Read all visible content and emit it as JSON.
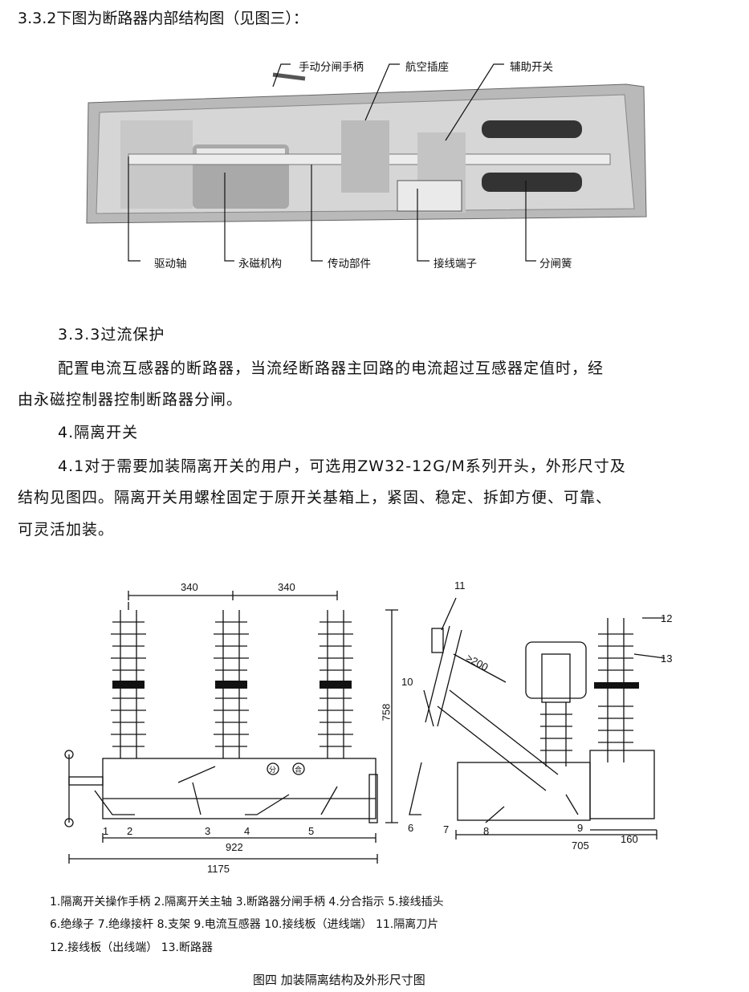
{
  "heading_332": "3.3.2下图为断路器内部结构图（见图三）：",
  "photo_labels": {
    "top": [
      "手动分闸手柄",
      "航空插座",
      "辅助开关"
    ],
    "bottom": [
      "驱动轴",
      "永磁机构",
      "传动部件",
      "接线端子",
      "分闸簧"
    ]
  },
  "section_333": {
    "title": "3.3.3过流保护",
    "line1": "配置电流互感器的断路器，当流经断路器主回路的电流超过互感器定值时，经",
    "line2": "由永磁控制器控制断路器分闸。"
  },
  "section_4": {
    "title": "4.隔离开关",
    "line1": "4.1对于需要加装隔离开关的用户，可选用ZW32-12G/M系列开头，外形尺寸及",
    "line2": "结构见图四。隔离开关用螺栓固定于原开关基箱上，紧固、稳定、拆卸方便、可靠、",
    "line3": "可灵活加装。"
  },
  "drawing": {
    "dims": {
      "d340a": "340",
      "d340b": "340",
      "d758": "758",
      "d922": "922",
      "d1175": "1175",
      "d705": "705",
      "d160": "160",
      "d200": "≥200"
    },
    "indicators": {
      "open": "分",
      "close": "合"
    },
    "parts": [
      "1",
      "2",
      "3",
      "4",
      "5",
      "6",
      "7",
      "8",
      "9",
      "10",
      "11",
      "12",
      "13"
    ]
  },
  "legend": {
    "line1": "1.隔离开关操作手柄  2.隔离开关主轴  3.断路器分闸手柄  4.分合指示   5.接线插头",
    "line2": "6.绝缘子  7.绝缘接杆  8.支架  9.电流互感器  10.接线板（进线端） 11.隔离刀片",
    "line3": "12.接线板（出线端）   13.断路器"
  },
  "caption": "图四  加装隔离结构及外形尺寸图"
}
